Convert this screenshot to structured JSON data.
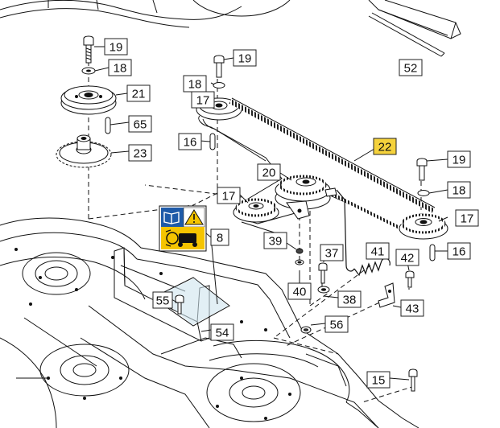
{
  "diagram": {
    "highlight_color": "#f5d23c",
    "label_border": "#222222",
    "line_color": "#111111",
    "sticker": {
      "top_color": "#1e5aa8",
      "bottom_color": "#f5c400",
      "icons": [
        "manual-book-icon",
        "warning-triangle-icon",
        "mower-safety-icon"
      ]
    },
    "parts": [
      {
        "id": "p19a",
        "text": "19"
      },
      {
        "id": "p18a",
        "text": "18"
      },
      {
        "id": "p21",
        "text": "21"
      },
      {
        "id": "p65",
        "text": "65"
      },
      {
        "id": "p23",
        "text": "23"
      },
      {
        "id": "p19b",
        "text": "19"
      },
      {
        "id": "p18b",
        "text": "18"
      },
      {
        "id": "p17a",
        "text": "17"
      },
      {
        "id": "p16a",
        "text": "16"
      },
      {
        "id": "p22",
        "text": "22",
        "highlighted": true
      },
      {
        "id": "p52",
        "text": "52"
      },
      {
        "id": "p19c",
        "text": "19"
      },
      {
        "id": "p18c",
        "text": "18"
      },
      {
        "id": "p20",
        "text": "20"
      },
      {
        "id": "p17b",
        "text": "17"
      },
      {
        "id": "p17c",
        "text": "17"
      },
      {
        "id": "p16b",
        "text": "16"
      },
      {
        "id": "p8",
        "text": "8"
      },
      {
        "id": "p39",
        "text": "39"
      },
      {
        "id": "p37",
        "text": "37"
      },
      {
        "id": "p41",
        "text": "41"
      },
      {
        "id": "p42",
        "text": "42"
      },
      {
        "id": "p40",
        "text": "40"
      },
      {
        "id": "p38",
        "text": "38"
      },
      {
        "id": "p43",
        "text": "43"
      },
      {
        "id": "p55",
        "text": "55"
      },
      {
        "id": "p54",
        "text": "54"
      },
      {
        "id": "p56",
        "text": "56"
      },
      {
        "id": "p15",
        "text": "15"
      }
    ]
  }
}
